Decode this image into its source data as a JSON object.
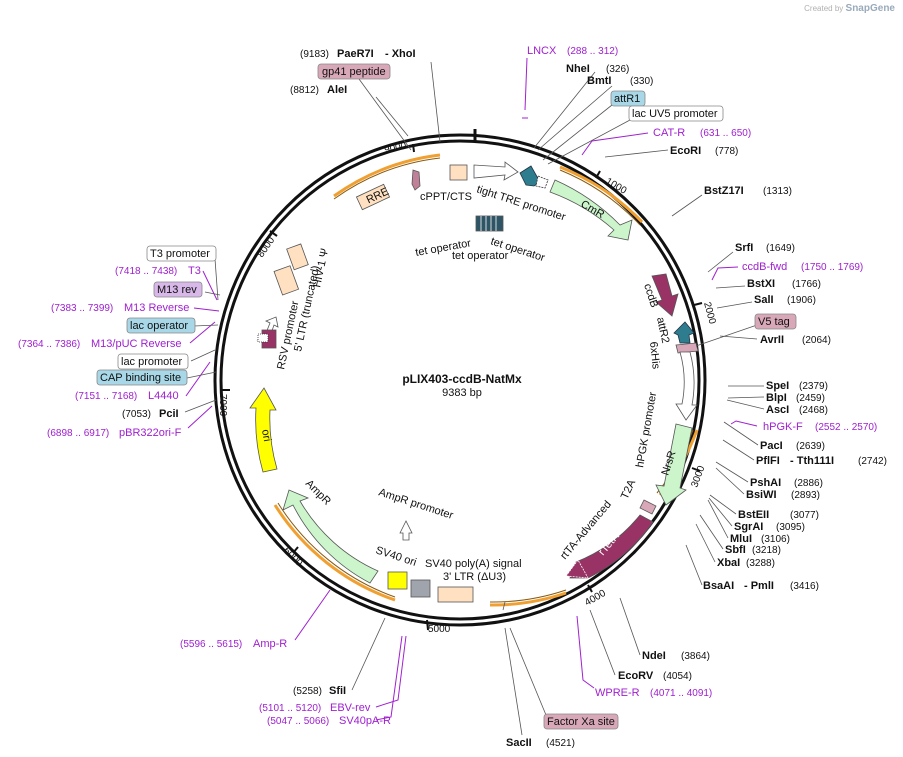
{
  "watermark": {
    "created_by": "Created by",
    "brand": "SnapGene"
  },
  "plasmid": {
    "name": "pLIX403-ccdB-NatMx",
    "size_label": "9383 bp",
    "length": 9383
  },
  "ticks": [
    "1000",
    "2000",
    "3000",
    "4000",
    "5000",
    "6000",
    "7000",
    "8000",
    "9000"
  ],
  "features": [
    {
      "label": "cPPT/CTS"
    },
    {
      "label": "tight TRE promoter"
    },
    {
      "label": "CmR"
    },
    {
      "label": "ccdB"
    },
    {
      "label": "attR2"
    },
    {
      "label": "6xHis"
    },
    {
      "label": "hPGK promoter"
    },
    {
      "label": "NrsR"
    },
    {
      "label": "T2A"
    },
    {
      "label": "rtTA-Advanced"
    },
    {
      "label": "rTetR"
    },
    {
      "label": "3' LTR (ΔU3)"
    },
    {
      "label": "SV40 poly(A) signal"
    },
    {
      "label": "SV40 ori"
    },
    {
      "label": "AmpR promoter"
    },
    {
      "label": "AmpR"
    },
    {
      "label": "ori"
    },
    {
      "label": "RSV promoter"
    },
    {
      "label": "5' LTR (truncated)"
    },
    {
      "label": "HIV-1 Ψ"
    },
    {
      "label": "RRE"
    },
    {
      "label": "tet operator"
    },
    {
      "label": "tet operator"
    },
    {
      "label": "tet operator"
    }
  ],
  "sites": [
    {
      "name": "PaeR7I",
      "sep": "- XhoI",
      "pos": "(9183)"
    },
    {
      "name": "AleI",
      "pos": "(8812)"
    },
    {
      "name": "NheI",
      "pos": "(326)"
    },
    {
      "name": "BmtI",
      "pos": "(330)"
    },
    {
      "name": "EcoRI",
      "pos": "(778)"
    },
    {
      "name": "BstZ17I",
      "pos": "(1313)"
    },
    {
      "name": "SrfI",
      "pos": "(1649)"
    },
    {
      "name": "BstXI",
      "pos": "(1766)"
    },
    {
      "name": "SalI",
      "pos": "(1906)"
    },
    {
      "name": "AvrII",
      "pos": "(2064)"
    },
    {
      "name": "SpeI",
      "pos": "(2379)"
    },
    {
      "name": "BlpI",
      "pos": "(2459)"
    },
    {
      "name": "AscI",
      "pos": "(2468)"
    },
    {
      "name": "PacI",
      "pos": "(2639)"
    },
    {
      "name": "PflFI",
      "sep": "- Tth111I",
      "pos": "(2742)"
    },
    {
      "name": "PshAI",
      "pos": "(2886)"
    },
    {
      "name": "BsiWI",
      "pos": "(2893)"
    },
    {
      "name": "BstEII",
      "pos": "(3077)"
    },
    {
      "name": "SgrAI",
      "pos": "(3095)"
    },
    {
      "name": "MluI",
      "pos": "(3106)"
    },
    {
      "name": "SbfI",
      "pos": "(3218)"
    },
    {
      "name": "XbaI",
      "pos": "(3288)"
    },
    {
      "name": "BsaAI",
      "sep": "- PmlI",
      "pos": "(3416)"
    },
    {
      "name": "NdeI",
      "pos": "(3864)"
    },
    {
      "name": "EcoRV",
      "pos": "(4054)"
    },
    {
      "name": "SacII",
      "pos": "(4521)"
    },
    {
      "name": "SfiI",
      "pos": "(5258)"
    },
    {
      "name": "PciI",
      "pos": "(7053)"
    }
  ],
  "primers": [
    {
      "name": "LNCX",
      "range": "(288 .. 312)"
    },
    {
      "name": "CAT-R",
      "range": "(631 .. 650)"
    },
    {
      "name": "ccdB-fwd",
      "range": "(1750 .. 1769)"
    },
    {
      "name": "hPGK-F",
      "range": "(2552 .. 2570)"
    },
    {
      "name": "WPRE-R",
      "range": "(4071 .. 4091)"
    },
    {
      "name": "EBV-rev",
      "range": "(5101 .. 5120)"
    },
    {
      "name": "SV40pA-R",
      "range": "(5047 .. 5066)"
    },
    {
      "name": "Amp-R",
      "range": "(5596 .. 5615)"
    },
    {
      "name": "pBR322ori-F",
      "range": "(6898 .. 6917)"
    },
    {
      "name": "L4440",
      "range": "(7151 .. 7168)"
    },
    {
      "name": "M13/pUC Reverse",
      "range": "(7364 .. 7386)"
    },
    {
      "name": "M13 Reverse",
      "range": "(7383 .. 7399)"
    },
    {
      "name": "T3",
      "range": "(7418 .. 7438)"
    }
  ],
  "boxes": {
    "gp41": "gp41 peptide",
    "attR1": "attR1",
    "lacUV5": "lac UV5 promoter",
    "v5tag": "V5 tag",
    "factorxa": "Factor Xa site",
    "t3promoter": "T3 promoter",
    "m13rev": "M13 rev",
    "lacoperator": "lac operator",
    "lacpromoter": "lac promoter",
    "cap": "CAP binding site"
  },
  "colors": {
    "primer": "#a020d0",
    "green_feature": "#ccf5cc",
    "maroon_feature": "#993366",
    "teal_feature": "#2e7d8f",
    "yellow_ori": "#ffff00",
    "peach_feature": "#ffe0c0",
    "orange_arc": "#f0a030",
    "box_pink": "#d8a8b8",
    "box_blue": "#a8d8e8"
  }
}
